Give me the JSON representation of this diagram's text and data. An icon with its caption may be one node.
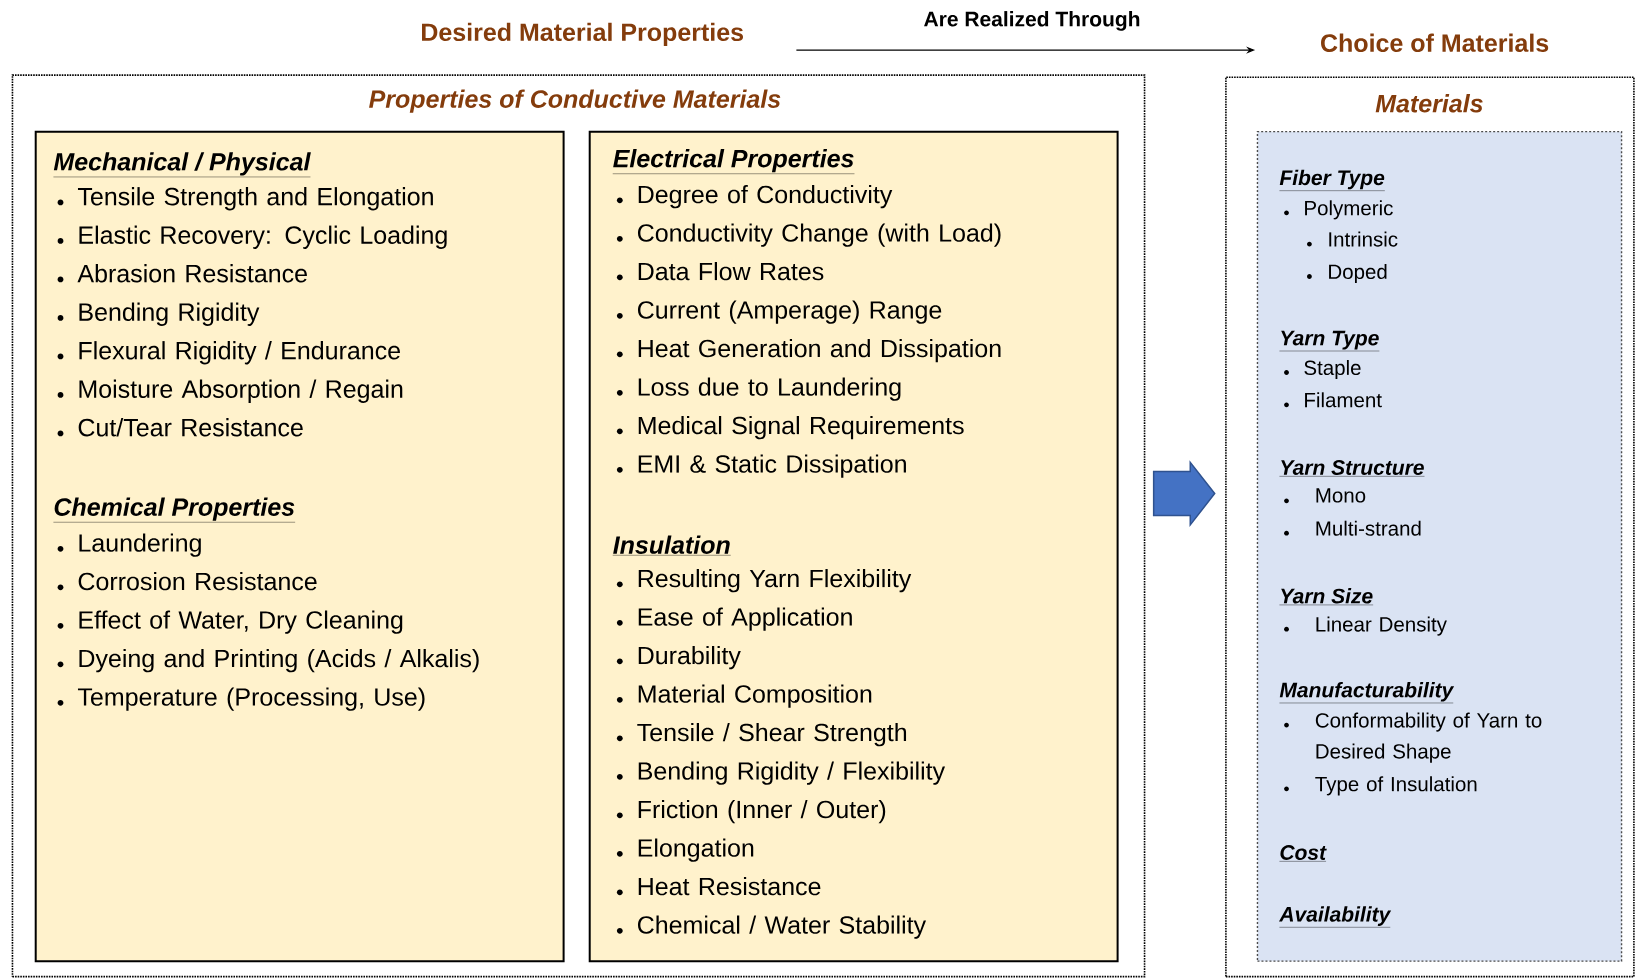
{
  "diagram": {
    "nodes": [
      {
        "text": [
          "Properties of Conductive Materials"
        ]
      },
      {
        "in": 0,
        "text": [
          "Mechanical / Physical",
          "Tensile Strength and Elongation",
          "Elastic Recovery: Cyclic Loading",
          "Abrasion Resistance",
          "Bending Rigidity",
          "Flexural Rigidity / Endurance",
          "Moisture Absorption / Regain",
          "Cut/Tear Resistance",
          "Chemical Properties",
          "Laundering",
          "Corrosion Resistance",
          "Effect of Water, Dry Cleaning",
          "Dyeing and Printing (Acids / Alkalis)",
          "Temperature (Processing, Use)"
        ]
      },
      {
        "in": 0,
        "text": [
          "Electrical Properties",
          "Degree of Conductivity",
          "Conductivity Change (with Load)",
          "Data Flow Rates",
          "Current (Amperage) Range",
          "Heat Generation and Dissipation",
          "Loss due to Laundering",
          "Medical Signal Requirements",
          "EMI & Static Dissipation",
          "Insulation",
          "Resulting Yarn Flexibility",
          "Ease of Application",
          "Durability",
          "Material Composition",
          "Tensile / Shear Strength",
          "Bending Rigidity / Flexibility",
          "Friction (Inner / Outer)",
          "Elongation",
          "Heat Resistance",
          "Chemical / Water Stability"
        ]
      },
      {
        "text": [
          "Materials"
        ]
      },
      {
        "in": 3,
        "text": [
          "Fiber Type",
          "Polymeric",
          "Intrinsic",
          "Doped",
          "Yarn Type",
          "Staple",
          "Filament",
          "Yarn Structure",
          "Mono",
          "Multi-strand",
          "Yarn Size",
          "Linear Density",
          "Manufacturability",
          "Conformability of Yarn to Desired Shape",
          "Type of Insulation",
          "Cost",
          "Availability"
        ]
      },
      {
        "text": [
          "Desired Material Properties"
        ]
      },
      {
        "text": [
          "Choice of Materials"
        ]
      }
    ],
    "edges": [
      {
        "from": 5,
        "to": 6,
        "arrow": "to",
        "label": "Are Realized Through"
      },
      {
        "from": 0,
        "to": 3,
        "arrow": "to",
        "style": "thick",
        "color": "#4472c4"
      }
    ]
  }
}
